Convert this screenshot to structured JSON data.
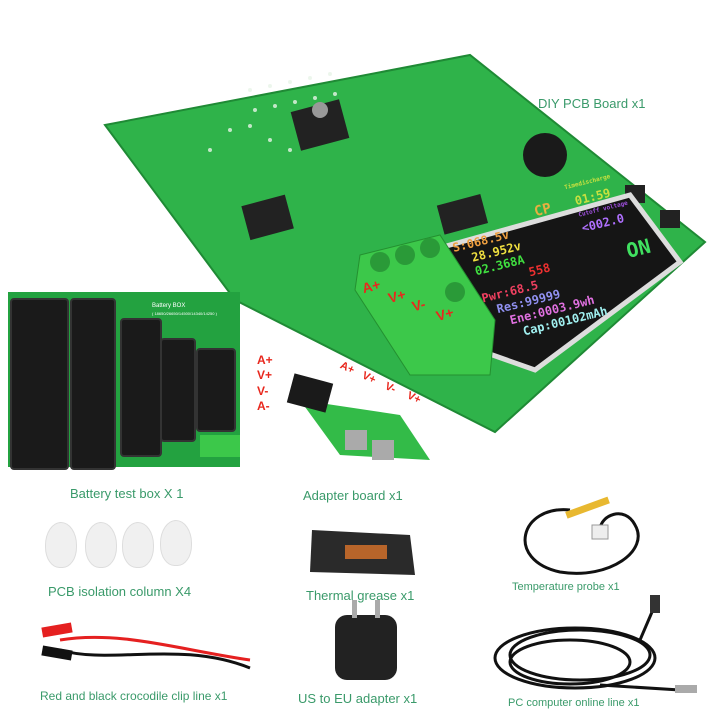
{
  "labels": {
    "pcb_board": "DIY PCB Board x1",
    "battery_box": "Battery test box X 1",
    "adapter_board": "Adapter board x1",
    "isolation_column": "PCB isolation column X4",
    "thermal_grease": "Thermal grease x1",
    "temperature_probe": "Temperature probe x1",
    "crocodile_clip": "Red and black crocodile clip line x1",
    "eu_adapter": "US to EU adapter  x1",
    "pc_line": "PC computer online line x1"
  },
  "battery_box": {
    "title": "Battery BOX",
    "subtitle": "( 18650/26650/14500/14340/14250 )",
    "terminals": [
      "A+",
      "V+",
      "V-",
      "A-"
    ]
  },
  "terminal_block": [
    "A+",
    "V+",
    "V-",
    "V+"
  ],
  "adapter_terminals": [
    "A+",
    "V+",
    "V-",
    "V+"
  ],
  "screen": {
    "mode": "CP",
    "timer_label": "Timedischarge",
    "timer": "01:59",
    "cutoff_label": "Cutoff voltage",
    "cutoff": "<002.0",
    "status": "ON",
    "lines": [
      "S:068.5v",
      "28.952v",
      "02.368A",
      "558",
      "Pwr:68.5",
      "Res:99999",
      "Ene:0003.9wh",
      "Cap:00102mAh"
    ]
  },
  "colors": {
    "label": "#3a9a6a",
    "pcb": "#2fb34a",
    "terminal_text": "#e8281e"
  }
}
